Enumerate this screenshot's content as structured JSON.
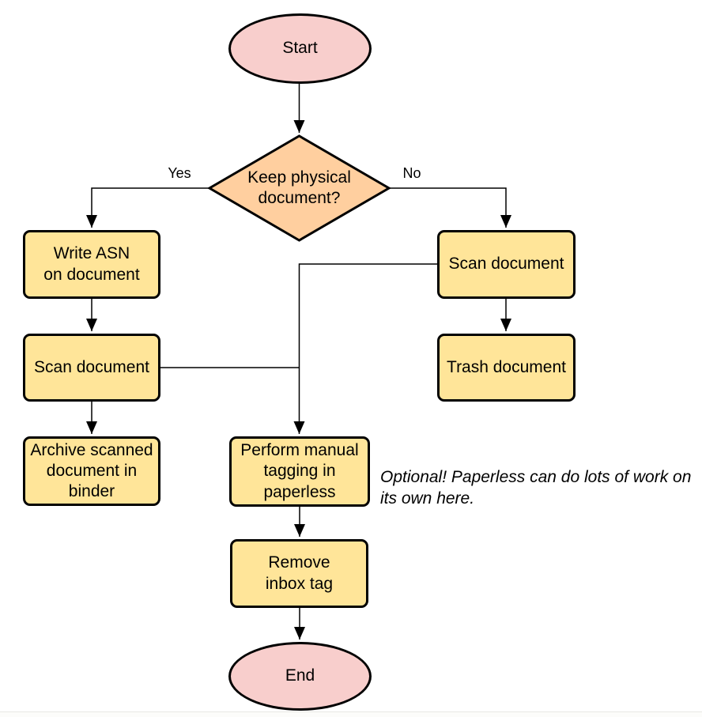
{
  "colors": {
    "terminator_fill": "#f8cecc",
    "process_fill": "#ffe599",
    "decision_fill": "#ffcf9f",
    "stroke": "#000000",
    "connector": "#000000"
  },
  "nodes": {
    "start": {
      "label": "Start",
      "type": "terminator"
    },
    "decision": {
      "label": "Keep physical\ndocument?",
      "type": "decision"
    },
    "write_asn": {
      "label": "Write ASN\non document",
      "type": "process"
    },
    "scan_left": {
      "label": "Scan document",
      "type": "process"
    },
    "archive": {
      "label": "Archive scanned\ndocument in\nbinder",
      "type": "process"
    },
    "scan_right": {
      "label": "Scan document",
      "type": "process"
    },
    "trash": {
      "label": "Trash document",
      "type": "process"
    },
    "tagging": {
      "label": "Perform manual\ntagging in\npaperless",
      "type": "process"
    },
    "remove_inbox": {
      "label": "Remove\ninbox tag",
      "type": "process"
    },
    "end": {
      "label": "End",
      "type": "terminator"
    }
  },
  "edge_labels": {
    "yes": "Yes",
    "no": "No"
  },
  "annotation": {
    "text": "Optional! Paperless can do lots of work on\nits own here."
  }
}
